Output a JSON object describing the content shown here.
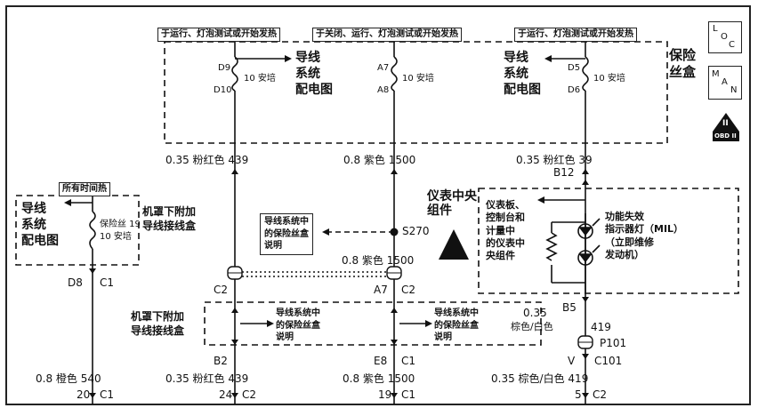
{
  "header_tags": {
    "left": "于运行、灯泡测试或开始发热",
    "middle": "于关闭、运行、灯泡测试或开始发热",
    "right": "于运行、灯泡测试或开始发热",
    "always_hot": "所有时间热"
  },
  "fuse_box": {
    "label_line1": "保险",
    "label_line2": "丝盒"
  },
  "fuses": {
    "left": {
      "top_pin": "D9",
      "bottom_pin": "D10",
      "rating": "10 安培"
    },
    "middle": {
      "top_pin": "A7",
      "bottom_pin": "A8",
      "rating": "10 安培"
    },
    "right": {
      "top_pin": "D5",
      "bottom_pin": "D6",
      "rating": "10 安培"
    },
    "aux": {
      "name": "保险丝 19",
      "rating": "10 安培"
    }
  },
  "dist_diagram": {
    "line1": "导线",
    "line2": "系统",
    "line3": "配电图"
  },
  "aux_box": {
    "right_line1": "机罩下附加",
    "right_line2": "导线接线盒",
    "left_line1": "机罩下附加",
    "left_line2": "导线接线盒"
  },
  "fuse_box_desc": {
    "line1": "导线系统中",
    "line2": "的保险丝盒",
    "line3": "说明"
  },
  "ipc": {
    "title_line1": "仪表中央",
    "title_line2": "组件",
    "inner_line1": "仪表板、",
    "inner_line2": "控制台和",
    "inner_line3": "计量中",
    "inner_line4": "的仪表中",
    "inner_line5": "央组件",
    "mil_line1": "功能失效",
    "mil_line2": "指示器灯（MIL）",
    "mil_line3": "（立即维修",
    "mil_line4": "发动机）"
  },
  "wires": {
    "w439": {
      "gauge": "0.35",
      "color": "粉红色",
      "circuit": "439"
    },
    "w1500": {
      "gauge": "0.8",
      "color": "紫色",
      "circuit": "1500"
    },
    "w39": {
      "gauge": "0.35",
      "color": "粉红色",
      "circuit": "39"
    },
    "w1500b": {
      "gauge": "0.8",
      "color": "紫色",
      "circuit": "1500"
    },
    "w419": {
      "gauge": "0.35",
      "color": "棕色/白色",
      "circuit": "419"
    },
    "w419b": {
      "gauge": "0.35",
      "color": "棕色/白色",
      "circuit": "419"
    },
    "w540": {
      "gauge": "0.8",
      "color": "橙色",
      "circuit": "540"
    },
    "w439b": {
      "gauge": "0.35",
      "color": "粉红色",
      "circuit": "439"
    },
    "w1500c": {
      "gauge": "0.8",
      "color": "紫色",
      "circuit": "1500"
    }
  },
  "connectors": {
    "b12": "B12",
    "d8": "D8",
    "c1": "C1",
    "c2": "C2",
    "a7": "A7",
    "b5": "B5",
    "p101": "P101",
    "c101": "C101",
    "v": "V",
    "b2": "B2",
    "e8": "E8",
    "pin20": "20",
    "pin24": "24",
    "pin19": "19",
    "pin5": "5",
    "s270": "S270"
  },
  "icons": {
    "loc": {
      "l": "L",
      "o": "O",
      "c": "C"
    },
    "man": {
      "m": "M",
      "a": "A",
      "n": "N"
    },
    "obd": {
      "num": "II",
      "text": "OBD II"
    }
  }
}
